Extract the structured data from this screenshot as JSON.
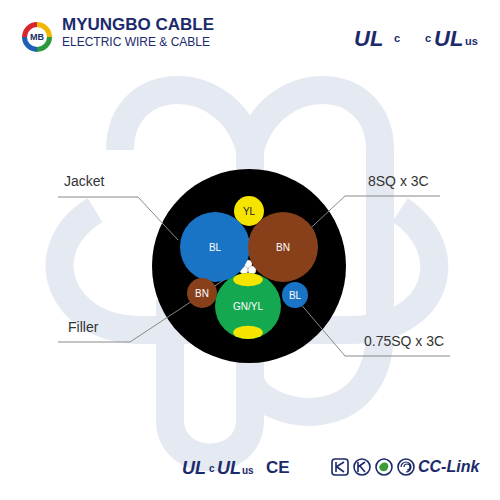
{
  "diagram": {
    "nodes": [
      {
        "text": [
          "YL"
        ]
      },
      {
        "text": [
          "BL"
        ]
      },
      {
        "text": [
          "BN"
        ]
      },
      {
        "text": [
          "BN"
        ]
      },
      {
        "text": [
          "GN/YL"
        ]
      },
      {
        "text": [
          "BL"
        ]
      }
    ],
    "labels": [
      "MB",
      "MYUNGBO CABLE",
      "ELECTRIC WIRE & CABLE",
      "c",
      "UL",
      "c",
      "UL",
      "us",
      "Jacket",
      "8SQ x 3C",
      "Filler",
      "0.75SQ x 3C",
      "UL",
      "c",
      "UL",
      "us",
      "CE",
      "CC-Link"
    ]
  }
}
